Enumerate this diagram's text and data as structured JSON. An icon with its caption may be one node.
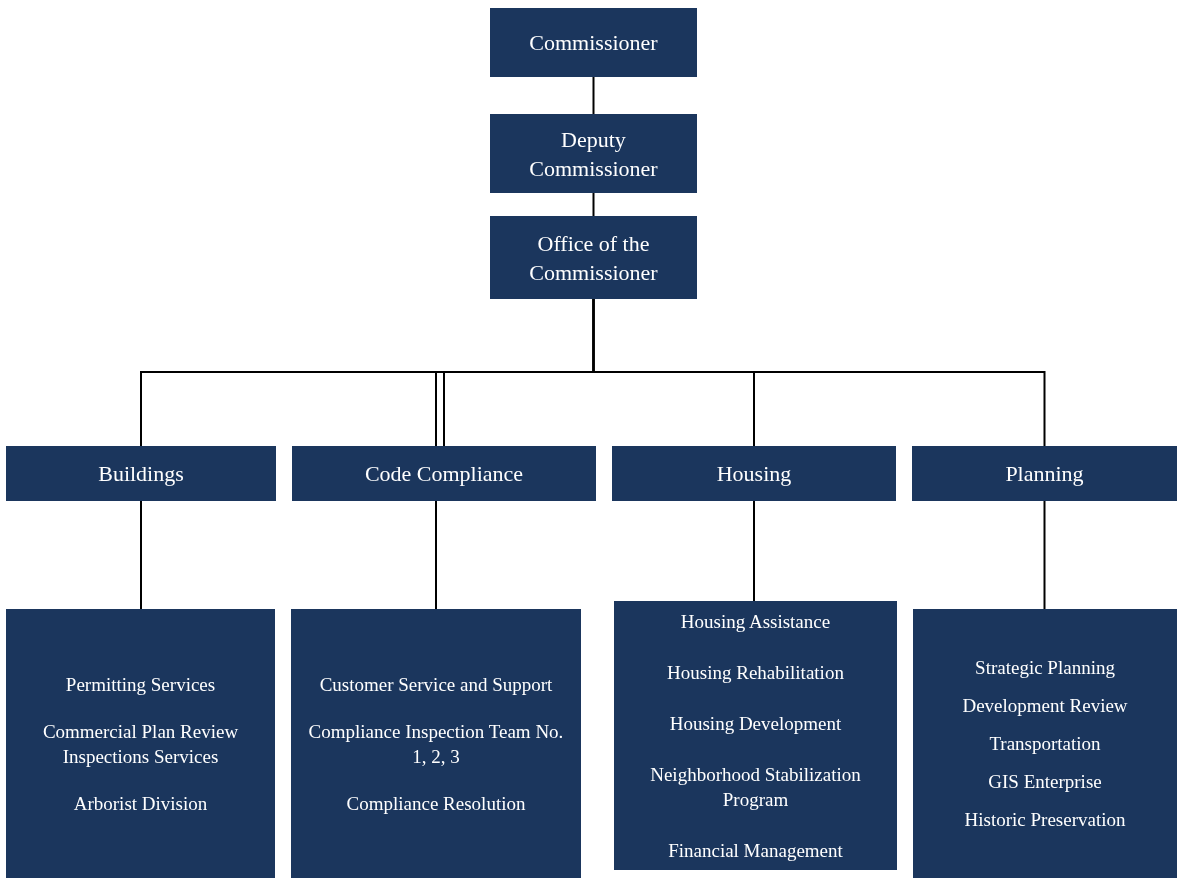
{
  "diagram": {
    "nodes": [
      {
        "text": [
          "Commissioner"
        ]
      },
      {
        "text": [
          "Deputy Commissioner"
        ]
      },
      {
        "text": [
          "Office of the Commissioner"
        ]
      },
      {
        "text": [
          "Buildings"
        ]
      },
      {
        "text": [
          "Code Compliance"
        ]
      },
      {
        "text": [
          "Housing"
        ]
      },
      {
        "text": [
          "Planning"
        ]
      },
      {
        "text": [
          "Permitting Services",
          "Commercial Plan Review Inspections Services",
          "Arborist Division"
        ]
      },
      {
        "text": [
          "Customer Service and Support",
          "Compliance Inspection Team No. 1, 2, 3",
          "Compliance Resolution"
        ]
      },
      {
        "text": [
          "Housing Assistance",
          "Housing Rehabilitation",
          "Housing Development",
          "Neighborhood Stabilization Program",
          "Financial Management"
        ]
      },
      {
        "text": [
          "Strategic Planning",
          "Development Review",
          "Transportation",
          "GIS Enterprise",
          "Historic Preservation"
        ]
      }
    ],
    "edges": [
      {
        "from": 0,
        "to": 1,
        "arrow": "none"
      },
      {
        "from": 1,
        "to": 2,
        "arrow": "none"
      },
      {
        "from": 2,
        "to": 3,
        "arrow": "none"
      },
      {
        "from": 2,
        "to": 4,
        "arrow": "none"
      },
      {
        "from": 2,
        "to": 5,
        "arrow": "none"
      },
      {
        "from": 2,
        "to": 6,
        "arrow": "none"
      },
      {
        "from": 3,
        "to": 7,
        "arrow": "none"
      },
      {
        "from": 4,
        "to": 8,
        "arrow": "none"
      },
      {
        "from": 5,
        "to": 9,
        "arrow": "none"
      },
      {
        "from": 6,
        "to": 10,
        "arrow": "none"
      }
    ]
  }
}
